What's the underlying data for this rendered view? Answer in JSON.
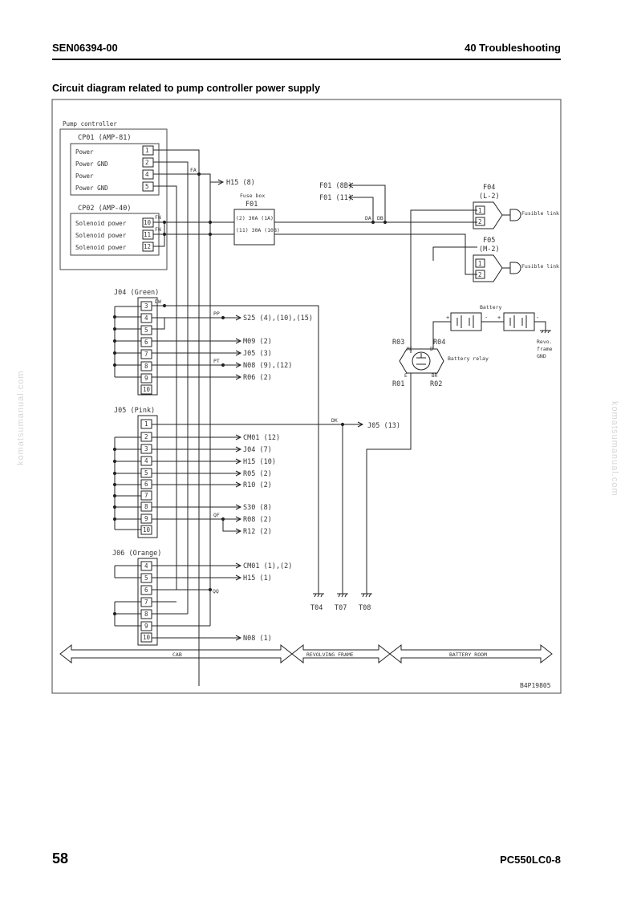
{
  "header": {
    "doc_id": "SEN06394-00",
    "section": "40 Troubleshooting"
  },
  "title": "Circuit diagram related to pump controller power supply",
  "watermark": "komatsumanual.com",
  "footer": {
    "page": "58",
    "model": "PC550LC0-8"
  },
  "diagram": {
    "figure_code": "B4P19805",
    "pump_controller": "Pump controller",
    "cp01": {
      "label": "CP01 (AMP-81)",
      "pins": [
        {
          "pin": "1",
          "name": "Power"
        },
        {
          "pin": "2",
          "name": "Power GND"
        },
        {
          "pin": "4",
          "name": "Power"
        },
        {
          "pin": "5",
          "name": "Power GND"
        }
      ]
    },
    "cp02": {
      "label": "CP02 (AMP-40)",
      "pins": [
        {
          "pin": "10",
          "name": "Solenoid power"
        },
        {
          "pin": "11",
          "name": "Solenoid power"
        },
        {
          "pin": "12",
          "name": "Solenoid power"
        }
      ]
    },
    "wire_codes": {
      "fa": "FA",
      "fn1": "FN",
      "fn2": "FN",
      "da": "DA",
      "db": "DB",
      "dw": "DW",
      "pp": "PP",
      "pt": "PT",
      "dk": "DK",
      "qf": "QF",
      "qq": "QQ"
    },
    "h15_top": "H15 (8)",
    "fuse_box": {
      "label": "Fuse box",
      "name": "F01",
      "fuse1": "(2) 30A (1A)",
      "fuse2": "(11) 30A (10B)"
    },
    "f01_refs": [
      "F01 (8B)",
      "F01 (11)"
    ],
    "f04": {
      "name": "F04",
      "spec": "(L-2)",
      "pins": [
        "1",
        "2"
      ],
      "desc": "Fusible link"
    },
    "f05": {
      "name": "F05",
      "spec": "(M-2)",
      "pins": [
        "1",
        "2"
      ],
      "desc": "Fusible link"
    },
    "battery": {
      "label": "Battery",
      "minus": "-",
      "plus": "+",
      "plus2": "+",
      "minus2": "-"
    },
    "frame_gnd": {
      "line1": "Revo.",
      "line2": "frame",
      "line3": "GND"
    },
    "battery_relay": {
      "label": "Battery relay",
      "r01": "R01",
      "r02": "R02",
      "r03": "R03",
      "r04": "R04",
      "mc": "MC",
      "e": "E",
      "b": "B",
      "br": "BR"
    },
    "j04": {
      "label": "J04 (Green)",
      "pins": [
        "3",
        "4",
        "5",
        "6",
        "7",
        "8",
        "9",
        "10"
      ],
      "refs": [
        "S25 (4),(10),(15)",
        "M09 (2)",
        "J05 (3)",
        "N08 (9),(12)",
        "R06 (2)"
      ]
    },
    "j05": {
      "label": "J05 (Pink)",
      "pins": [
        "1",
        "2",
        "3",
        "4",
        "5",
        "6",
        "7",
        "8",
        "9",
        "10"
      ],
      "refs": [
        "J05 (13)",
        "CM01 (12)",
        "J04 (7)",
        "H15 (10)",
        "R05 (2)",
        "R10 (2)",
        "S30 (8)",
        "R08 (2)",
        "R12 (2)"
      ]
    },
    "j06": {
      "label": "J06 (Orange)",
      "pins": [
        "4",
        "5",
        "6",
        "7",
        "8",
        "9",
        "10"
      ],
      "refs": [
        "CM01 (1),(2)",
        "H15 (1)",
        "N08 (1)"
      ]
    },
    "grounds": [
      "T04",
      "T07",
      "T08"
    ],
    "zones": [
      "CAB",
      "REVOLVING FRAME",
      "BATTERY ROOM"
    ]
  }
}
